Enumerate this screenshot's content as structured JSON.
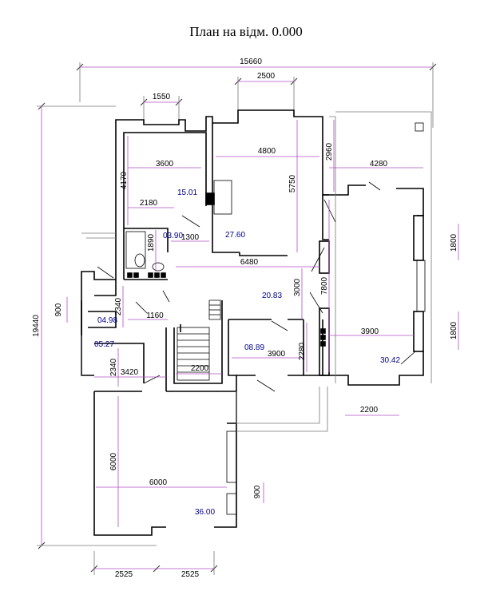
{
  "title": "План на відм. 0.000",
  "dimensions": {
    "overall_width": "15660",
    "overall_height": "19440",
    "top_2500": "2500",
    "top_1550": "1550",
    "d_4800": "4800",
    "d_3600": "3600",
    "d_4170": "4170",
    "d_2180": "2180",
    "d_1890": "1890",
    "d_1300": "1300",
    "d_6480": "6480",
    "d_5750": "5750",
    "d_2960": "2960",
    "d_4280": "4280",
    "d_1800_top": "1800",
    "d_7800": "7800",
    "d_3000": "3000",
    "d_3900_right": "3900",
    "d_1800_bottom": "1800",
    "d_2340_top": "2340",
    "d_900_left": "900",
    "d_1160": "1160",
    "d_3900_mid": "3900",
    "d_2280": "2280",
    "d_2340_bottom": "2340",
    "d_3420": "3420",
    "d_2200_stair": "2200",
    "d_2200_right": "2200",
    "d_6000_v": "6000",
    "d_6000_h": "6000",
    "d_900_right": "900",
    "d_2525_left": "2525",
    "d_2525_right": "2525"
  },
  "rooms": {
    "r_15_01": "15.01",
    "r_03_90": "03.90",
    "r_27_60": "27.60",
    "r_20_83": "20.83",
    "r_04_98": "04.98",
    "r_05_27": "05.27",
    "r_08_89": "08.89",
    "r_30_42": "30.42",
    "r_36_00": "36.00"
  }
}
